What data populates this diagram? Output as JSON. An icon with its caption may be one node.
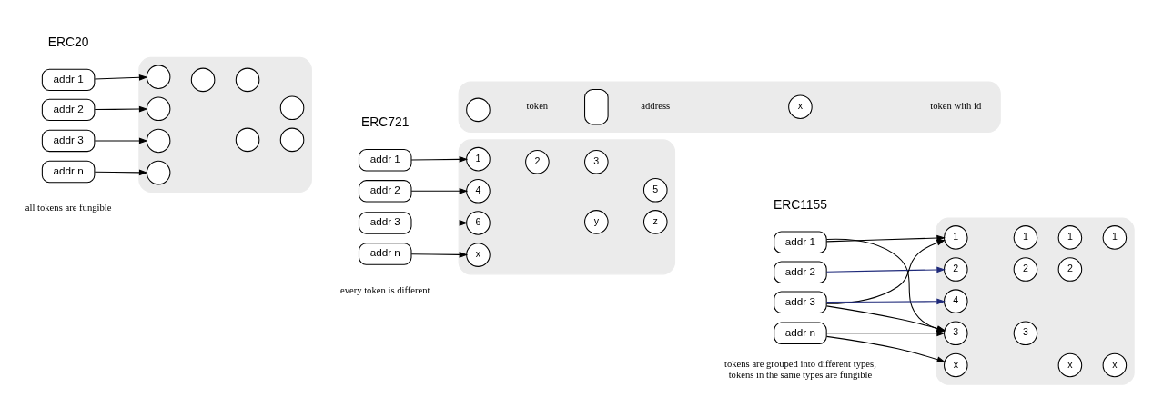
{
  "diagram": {
    "nodes": [
      {
        "text": [
          "addr 1"
        ]
      },
      {
        "text": [
          "addr 2"
        ]
      },
      {
        "text": [
          "addr 3"
        ]
      },
      {
        "text": [
          "addr n"
        ]
      },
      {
        "text": [],
        "shape": "box"
      },
      {
        "text": [],
        "shape": "circle",
        "in": 4
      },
      {
        "text": [],
        "shape": "circle",
        "in": 4
      },
      {
        "text": [],
        "shape": "circle",
        "in": 4
      },
      {
        "text": [],
        "shape": "circle",
        "in": 4
      },
      {
        "text": [],
        "shape": "circle",
        "in": 4
      },
      {
        "text": [],
        "shape": "circle",
        "in": 4
      },
      {
        "text": [],
        "shape": "circle",
        "in": 4
      },
      {
        "text": [],
        "shape": "circle",
        "in": 4
      },
      {
        "text": [],
        "shape": "circle",
        "in": 4
      },
      {
        "text": [
          "addr 1"
        ]
      },
      {
        "text": [
          "addr 2"
        ]
      },
      {
        "text": [
          "addr 3"
        ]
      },
      {
        "text": [
          "addr n"
        ]
      },
      {
        "text": [],
        "shape": "box"
      },
      {
        "text": [
          "1"
        ],
        "in": 18
      },
      {
        "text": [
          "2"
        ],
        "in": 18
      },
      {
        "text": [
          "3"
        ],
        "in": 18
      },
      {
        "text": [
          "4"
        ],
        "in": 18
      },
      {
        "text": [
          "5"
        ],
        "in": 18
      },
      {
        "text": [
          "6"
        ],
        "in": 18
      },
      {
        "text": [
          "x"
        ],
        "in": 18
      },
      {
        "text": [
          "y"
        ],
        "in": 18
      },
      {
        "text": [
          "z"
        ],
        "in": 18
      },
      {
        "text": [
          "addr 1"
        ]
      },
      {
        "text": [
          "addr 2"
        ]
      },
      {
        "text": [
          "addr 3"
        ]
      },
      {
        "text": [
          "addr n"
        ]
      },
      {
        "text": [],
        "shape": "box"
      },
      {
        "text": [
          "1"
        ],
        "in": 32
      },
      {
        "text": [
          "1"
        ],
        "in": 32
      },
      {
        "text": [
          "1"
        ],
        "in": 32
      },
      {
        "text": [
          "1"
        ],
        "in": 32
      },
      {
        "text": [
          "2"
        ],
        "in": 32
      },
      {
        "text": [
          "2"
        ],
        "in": 32
      },
      {
        "text": [
          "2"
        ],
        "in": 32
      },
      {
        "text": [
          "3"
        ],
        "in": 32
      },
      {
        "text": [
          "3"
        ],
        "in": 32
      },
      {
        "text": [
          "4"
        ],
        "in": 32
      },
      {
        "text": [
          "x"
        ],
        "in": 32
      },
      {
        "text": [
          "x"
        ],
        "in": 32
      },
      {
        "text": [
          "x"
        ],
        "in": 32
      },
      {
        "text": [],
        "shape": "box"
      },
      {
        "text": [],
        "shape": "circle",
        "in": 46
      },
      {
        "text": [],
        "shape": "box",
        "in": 46
      },
      {
        "text": [
          "x"
        ],
        "in": 46
      }
    ],
    "edges": [
      {
        "from": 0,
        "to": 5,
        "arrow": "to"
      },
      {
        "from": 1,
        "to": 8,
        "arrow": "to"
      },
      {
        "from": 2,
        "to": 10,
        "arrow": "to"
      },
      {
        "from": 3,
        "to": 11,
        "arrow": "to"
      },
      {
        "from": 14,
        "to": 19,
        "arrow": "to"
      },
      {
        "from": 15,
        "to": 22,
        "arrow": "to"
      },
      {
        "from": 16,
        "to": 24,
        "arrow": "to"
      },
      {
        "from": 17,
        "to": 25,
        "arrow": "to"
      },
      {
        "from": 28,
        "to": 33,
        "arrow": "to"
      },
      {
        "from": 28,
        "to": 40,
        "arrow": "to"
      },
      {
        "from": 29,
        "to": 37,
        "arrow": "to",
        "color": "#1f2a7a"
      },
      {
        "from": 30,
        "to": 33,
        "arrow": "to"
      },
      {
        "from": 30,
        "to": 40,
        "arrow": "to"
      },
      {
        "from": 30,
        "to": 42,
        "arrow": "to",
        "color": "#1f2a7a"
      },
      {
        "from": 31,
        "to": 40,
        "arrow": "to"
      },
      {
        "from": 31,
        "to": 43,
        "arrow": "to"
      }
    ],
    "labels": [
      "ERC20",
      "ERC721",
      "ERC1155",
      "all tokens are fungible",
      "every token is different",
      "tokens are grouped into different types, tokens in the same types are fungible"
    ],
    "legend": [
      {
        "text": "token"
      },
      {
        "text": "address"
      },
      {
        "text": "token with id"
      }
    ]
  }
}
